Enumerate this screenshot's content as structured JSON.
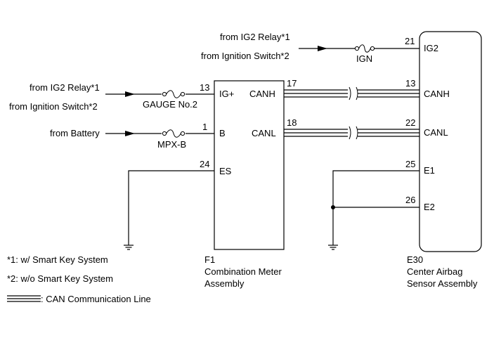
{
  "sources": {
    "ig2_relay_top": "from IG2 Relay*1",
    "ign_switch_top": "from Ignition Switch*2",
    "ig2_relay_left": "from IG2 Relay*1",
    "ign_switch_left": "from Ignition Switch*2",
    "battery": "from Battery"
  },
  "fuses": {
    "ign": "IGN",
    "gauge": "GAUGE No.2",
    "mpx": "MPX-B"
  },
  "meter": {
    "connector": "F1",
    "name_line1": "Combination Meter",
    "name_line2": "Assembly",
    "pins": {
      "ig": {
        "num": "13",
        "label": "IG+"
      },
      "b": {
        "num": "1",
        "label": "B"
      },
      "es": {
        "num": "24",
        "label": "ES"
      },
      "canh": {
        "num": "17",
        "label": "CANH"
      },
      "canl": {
        "num": "18",
        "label": "CANL"
      }
    }
  },
  "airbag": {
    "connector": "E30",
    "name_line1": "Center Airbag",
    "name_line2": "Sensor Assembly",
    "pins": {
      "ig2": {
        "num": "21",
        "label": "IG2"
      },
      "canh": {
        "num": "13",
        "label": "CANH"
      },
      "canl": {
        "num": "22",
        "label": "CANL"
      },
      "e1": {
        "num": "25",
        "label": "E1"
      },
      "e2": {
        "num": "26",
        "label": "E2"
      }
    }
  },
  "notes": {
    "note1": "*1: w/ Smart Key System",
    "note2": "*2: w/o Smart Key System",
    "legend": ": CAN Communication Line"
  }
}
